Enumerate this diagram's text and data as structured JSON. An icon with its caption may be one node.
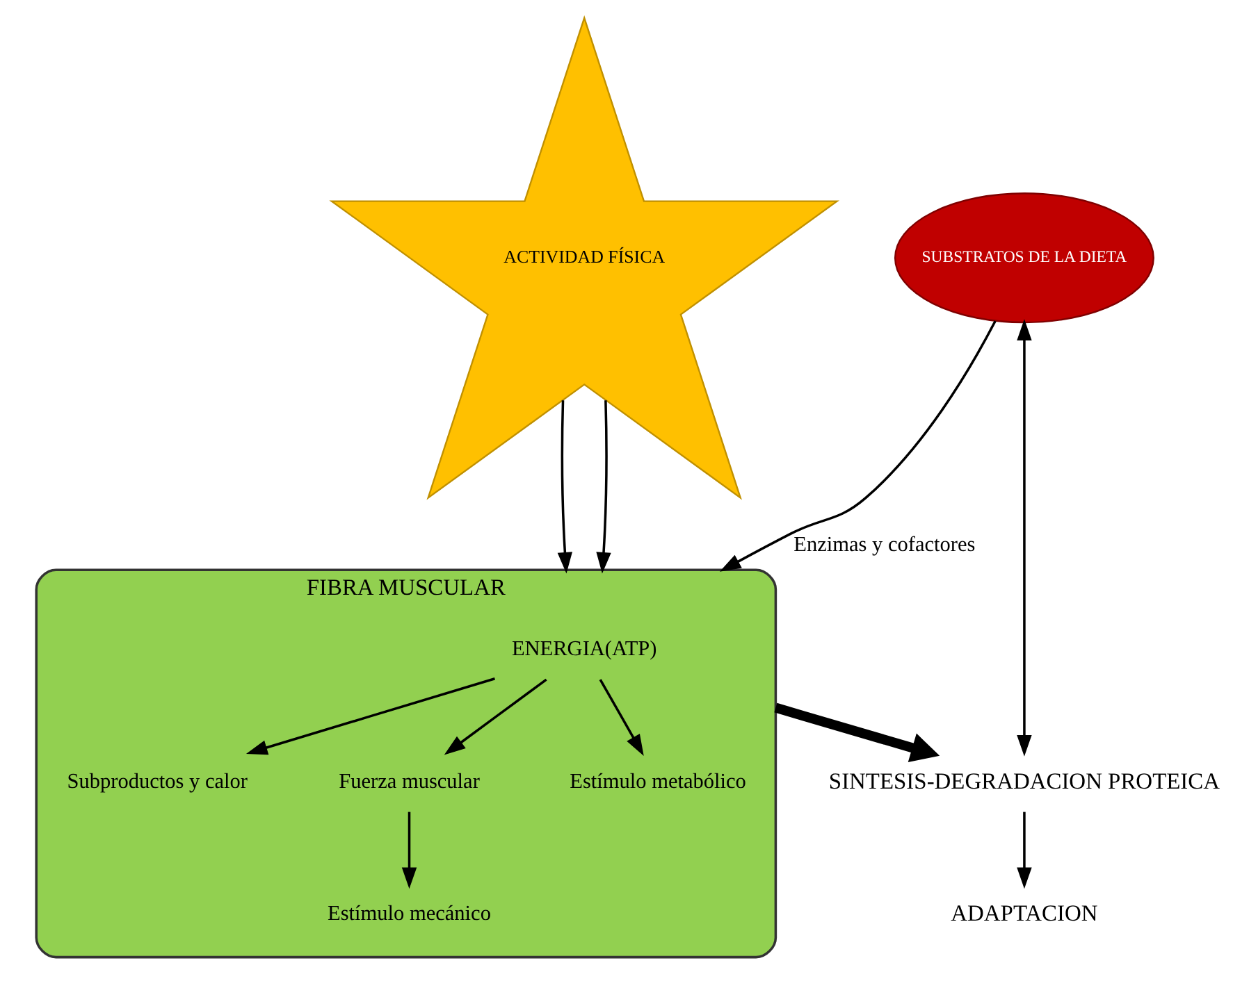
{
  "diagram": {
    "nodes": [
      {
        "text": [
          "ACTIVIDAD FÍSICA"
        ]
      },
      {
        "text": [
          "SUBSTRATOS DE LA DIETA"
        ]
      },
      {
        "text": [
          "FIBRA MUSCULAR"
        ]
      },
      {
        "text": [
          "ENERGIA(ATP)"
        ],
        "in": 2
      },
      {
        "text": [
          "Subproductos y calor"
        ],
        "in": 2
      },
      {
        "text": [
          "Fuerza muscular"
        ],
        "in": 2
      },
      {
        "text": [
          "Estímulo metabólico"
        ],
        "in": 2
      },
      {
        "text": [
          "Estímulo mecánico"
        ],
        "in": 2
      },
      {
        "text": [
          "SINTESIS-DEGRADACION PROTEICA"
        ]
      },
      {
        "text": [
          "ADAPTACION"
        ]
      }
    ],
    "edges": [
      {
        "from": 0,
        "to": 2,
        "arrow": "to"
      },
      {
        "from": 0,
        "to": 2,
        "arrow": "to"
      },
      {
        "from": 1,
        "to": 2,
        "arrow": "to",
        "label": "Enzimas y cofactores"
      },
      {
        "from": 3,
        "to": 4,
        "arrow": "to"
      },
      {
        "from": 3,
        "to": 5,
        "arrow": "to"
      },
      {
        "from": 3,
        "to": 6,
        "arrow": "to"
      },
      {
        "from": 5,
        "to": 7,
        "arrow": "to"
      },
      {
        "from": 2,
        "to": 8,
        "arrow": "to",
        "style": "thick"
      },
      {
        "from": 8,
        "to": 9,
        "arrow": "to"
      },
      {
        "from": 1,
        "to": 8,
        "arrow": "both"
      }
    ]
  }
}
